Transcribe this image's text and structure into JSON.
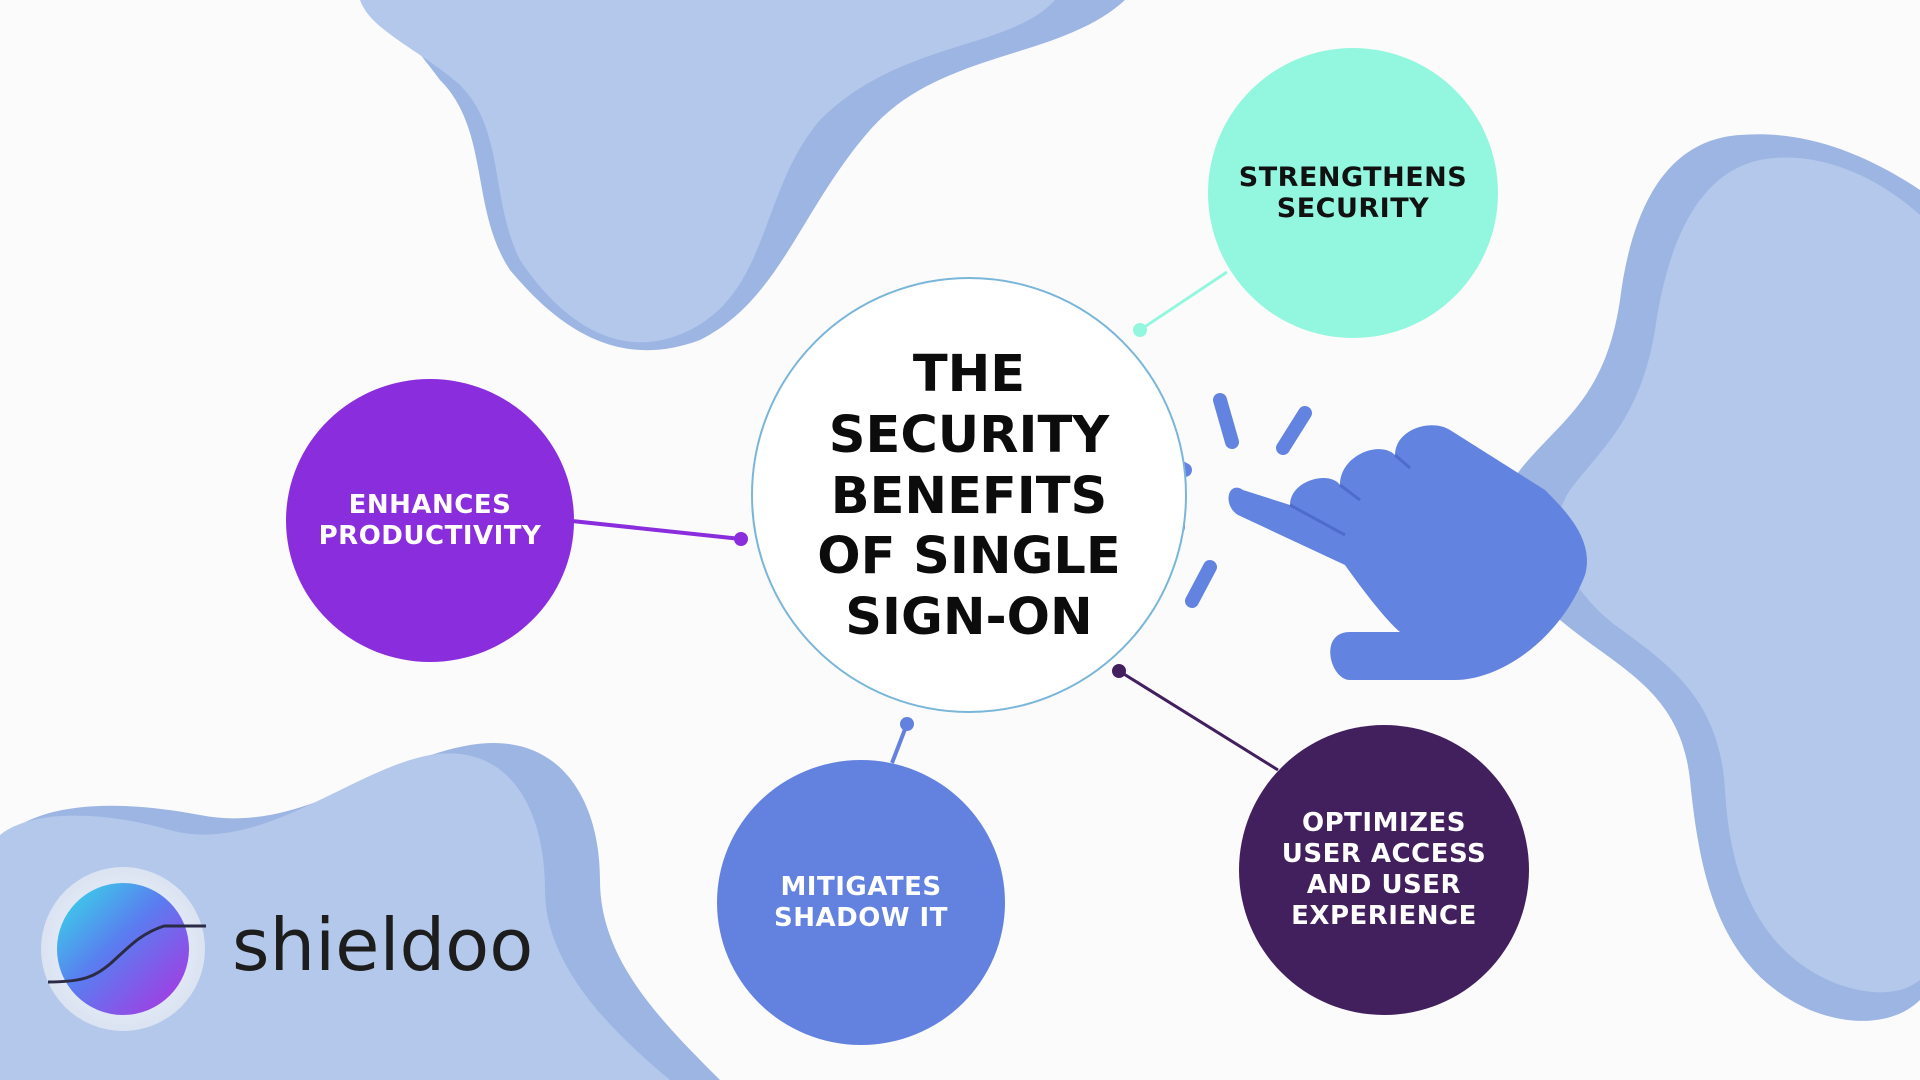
{
  "title": "THE\nSECURITY\nBENEFITS\nOF SINGLE\nSIGN-ON",
  "benefits": {
    "strengthens": "STRENGTHENS\nSECURITY",
    "enhances": "ENHANCES\nPRODUCTIVITY",
    "mitigates": "MITIGATES\nSHADOW IT",
    "optimizes": "OPTIMIZES\nUSER ACCESS\nAND USER\nEXPERIENCE"
  },
  "logo": {
    "wordmark": "shieldoo"
  },
  "icons": [
    "pointing-hand-icon",
    "logo-mark-icon"
  ],
  "colors": {
    "background": "#fcfbfb",
    "blob_light": "#b3c8ea",
    "blob_dark": "#9db5e2",
    "strengthens": "#93f7df",
    "enhances": "#8a2edd",
    "mitigates": "#6382e0",
    "optimizes": "#42205e",
    "hand": "#6283e0",
    "center_border": "#7ab6da"
  }
}
